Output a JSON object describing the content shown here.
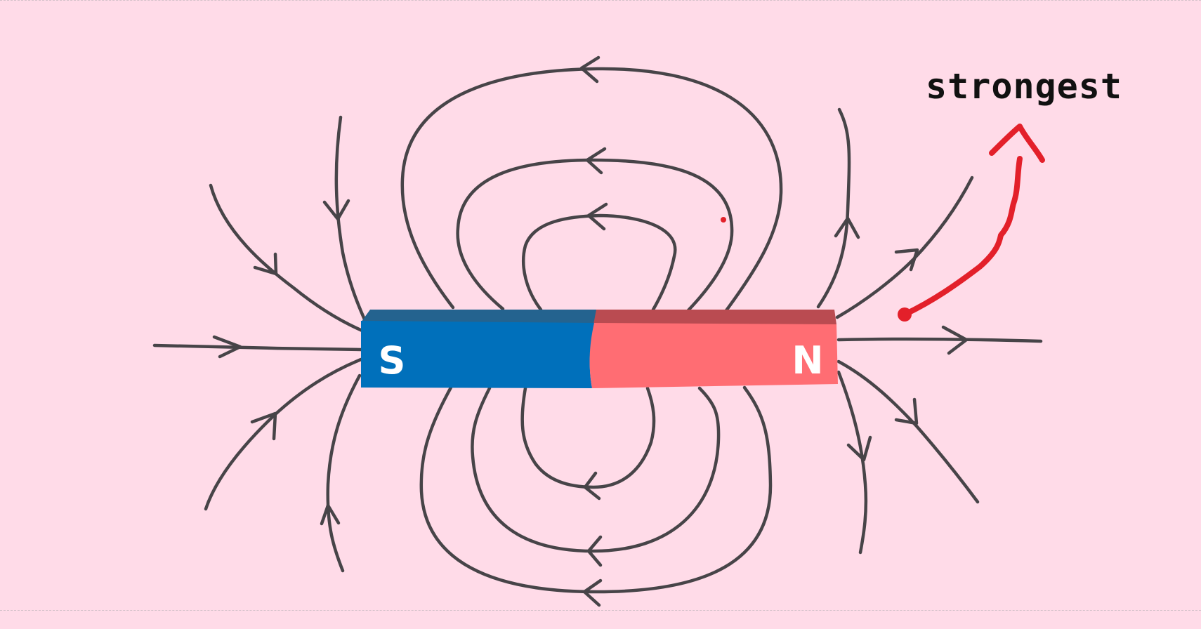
{
  "diagram": {
    "south_pole_label": "S",
    "north_pole_label": "N",
    "annotation_label": "strongest"
  },
  "colors": {
    "background": "#ffdbe8",
    "field_line": "#474448",
    "south_face": "#0070bb",
    "south_top": "#24638f",
    "north_face": "#ff6d73",
    "north_top": "#ba4b51",
    "annotation_arrow": "#e3202a",
    "pole_text": "#ffffff"
  }
}
